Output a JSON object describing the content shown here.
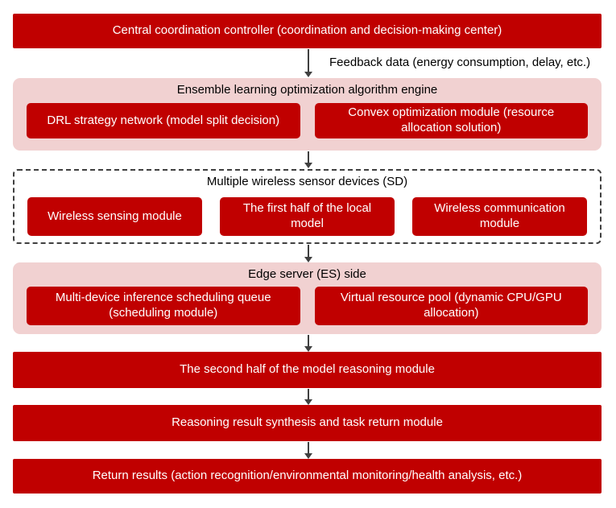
{
  "colors": {
    "box_red": "#C00000",
    "container_pink": "#F1D1D1",
    "arrow_gray": "#404040",
    "box_text": "#FFFFFF",
    "title_text": "#000000"
  },
  "diagram": {
    "controller": "Central coordination controller (coordination and decision-making center)",
    "feedback_label": "Feedback data (energy consumption, delay, etc.)",
    "ensemble_engine": {
      "title": "Ensemble learning optimization algorithm engine",
      "modules": [
        "DRL strategy network (model split decision)",
        "Convex optimization module (resource allocation solution)"
      ]
    },
    "sensor_devices": {
      "title": "Multiple wireless sensor devices (SD)",
      "modules": [
        "Wireless sensing module",
        "The first half of the local model",
        "Wireless communication module"
      ]
    },
    "edge_server": {
      "title": "Edge server (ES) side",
      "modules": [
        "Multi-device inference scheduling queue (scheduling module)",
        "Virtual resource pool (dynamic CPU/GPU allocation)"
      ]
    },
    "second_half": "The second half of the model reasoning module",
    "synthesis": "Reasoning result synthesis and task return module",
    "return_results": "Return results (action recognition/environmental monitoring/health analysis, etc.)"
  }
}
